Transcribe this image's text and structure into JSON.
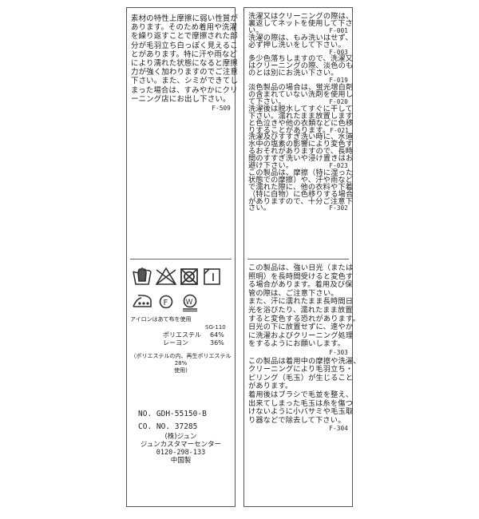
{
  "left_label": {
    "top_notice": {
      "lines": [
        "素材の特性上摩擦に弱い性質が",
        "あります。そのため着用や洗濯",
        "を繰り返すことで摩擦された部",
        "分が毛羽立ち白っぽく見えるこ",
        "とがあります。特に汗や雨など",
        "により濡れた状態になると摩擦",
        "力が強く加わりますのでご注意",
        "下さい。また、シミができてし",
        "まった場合は、すみやかにクリ",
        "ーニング店にお出し下さい。"
      ],
      "code": "F-509"
    },
    "care_symbols": [
      "hand-wash-icon",
      "no-bleach-icon",
      "no-tumble-dry-icon",
      "line-dry-shade-icon",
      "iron-icon",
      "dry-clean-f-icon",
      "wet-clean-w-icon"
    ],
    "iron_note": "アイロンはあて布を使用",
    "standard": "SG-110",
    "composition": [
      {
        "material": "ポリエステル",
        "percent": "64%"
      },
      {
        "material": "レーヨン",
        "percent": "36%"
      }
    ],
    "composition_note": [
      "（ポリエステルの内、再生ポリエステル28%",
      "使用)"
    ],
    "product_no": "NO. GDH-55150-B",
    "co_no": "CO. NO.  37285",
    "company": "(株)ジュン",
    "customer_center": "ジュンカスタマーセンター",
    "phone": "0120-298-133",
    "origin": "中国製"
  },
  "right_label": {
    "top_lines": [
      [
        "洗濯又はクリーニングの際は、",
        ""
      ],
      [
        "裏返してネットを使用して下さ",
        ""
      ],
      [
        "い。",
        "F-001"
      ],
      [
        "洗濯の際は、もみ洗いはせず、",
        ""
      ],
      [
        "必ず押し洗いをして下さい。",
        ""
      ],
      [
        "",
        "F-003"
      ],
      [
        "多少色落ちしますので、洗濯又",
        ""
      ],
      [
        "はクリーニングの際、淡色のも",
        ""
      ],
      [
        "のとは別にお洗い下さい。",
        ""
      ],
      [
        "",
        "F-019"
      ],
      [
        "淡色製品の場合は、蛍光増白剤",
        ""
      ],
      [
        "の含まれていない洗剤を使用し",
        ""
      ],
      [
        "て下さい。",
        "F-020"
      ],
      [
        "洗濯後は脱水してすぐに干して",
        ""
      ],
      [
        "下さい。濡れたまま放置します",
        ""
      ],
      [
        "と色泣きや他の衣類などに色移",
        ""
      ],
      [
        "りすることがあります。",
        "F-021"
      ],
      [
        "洗濯及びすすぎ洗い時に、水道",
        ""
      ],
      [
        "水中の塩素の影響により変色す",
        ""
      ],
      [
        "るおそれがありますので、長時",
        ""
      ],
      [
        "間のすすぎ洗いや浸け置きはお",
        ""
      ],
      [
        "避け下さい。",
        "F-023"
      ],
      [
        "この製品は、摩擦（特に湿った",
        ""
      ],
      [
        "状態での摩擦）や、汗や雨など",
        ""
      ],
      [
        "で濡れた際に、他の衣料や下着",
        ""
      ],
      [
        "（特に白物）に色移りする場合",
        ""
      ],
      [
        "がありますので、十分ご注意下",
        ""
      ],
      [
        "さい。",
        "F-302"
      ]
    ],
    "bottom_lines": [
      [
        "この製品は、強い日光（または",
        ""
      ],
      [
        "照明）を長時間受けると変色す",
        ""
      ],
      [
        "る場合があります。着用及び保",
        ""
      ],
      [
        "管の際は、ご注意下さい。",
        ""
      ],
      [
        "また、汗に濡れたまま長時間日",
        ""
      ],
      [
        "光を浴びたり、濡れたまま放置",
        ""
      ],
      [
        "すると変色する恐れがあります。",
        ""
      ],
      [
        "日光の下に放置せずに、速やか",
        ""
      ],
      [
        "に洗濯およびクリーニング処理",
        ""
      ],
      [
        "をするようにお願いします。",
        ""
      ],
      [
        "",
        "F-303"
      ],
      [
        "この製品は着用中の摩擦や洗濯、",
        ""
      ],
      [
        "クリーニングにより毛羽立ち・",
        ""
      ],
      [
        "ピリング（毛玉）が生じること",
        ""
      ],
      [
        "があります。",
        ""
      ],
      [
        "着用後はブラシで毛並を整え、",
        ""
      ],
      [
        "出来てしまった毛玉は糸を傷つ",
        ""
      ],
      [
        "けないように小バサミや毛玉取",
        ""
      ],
      [
        "り器などで除去して下さい。",
        ""
      ],
      [
        "",
        "F-304"
      ]
    ]
  }
}
